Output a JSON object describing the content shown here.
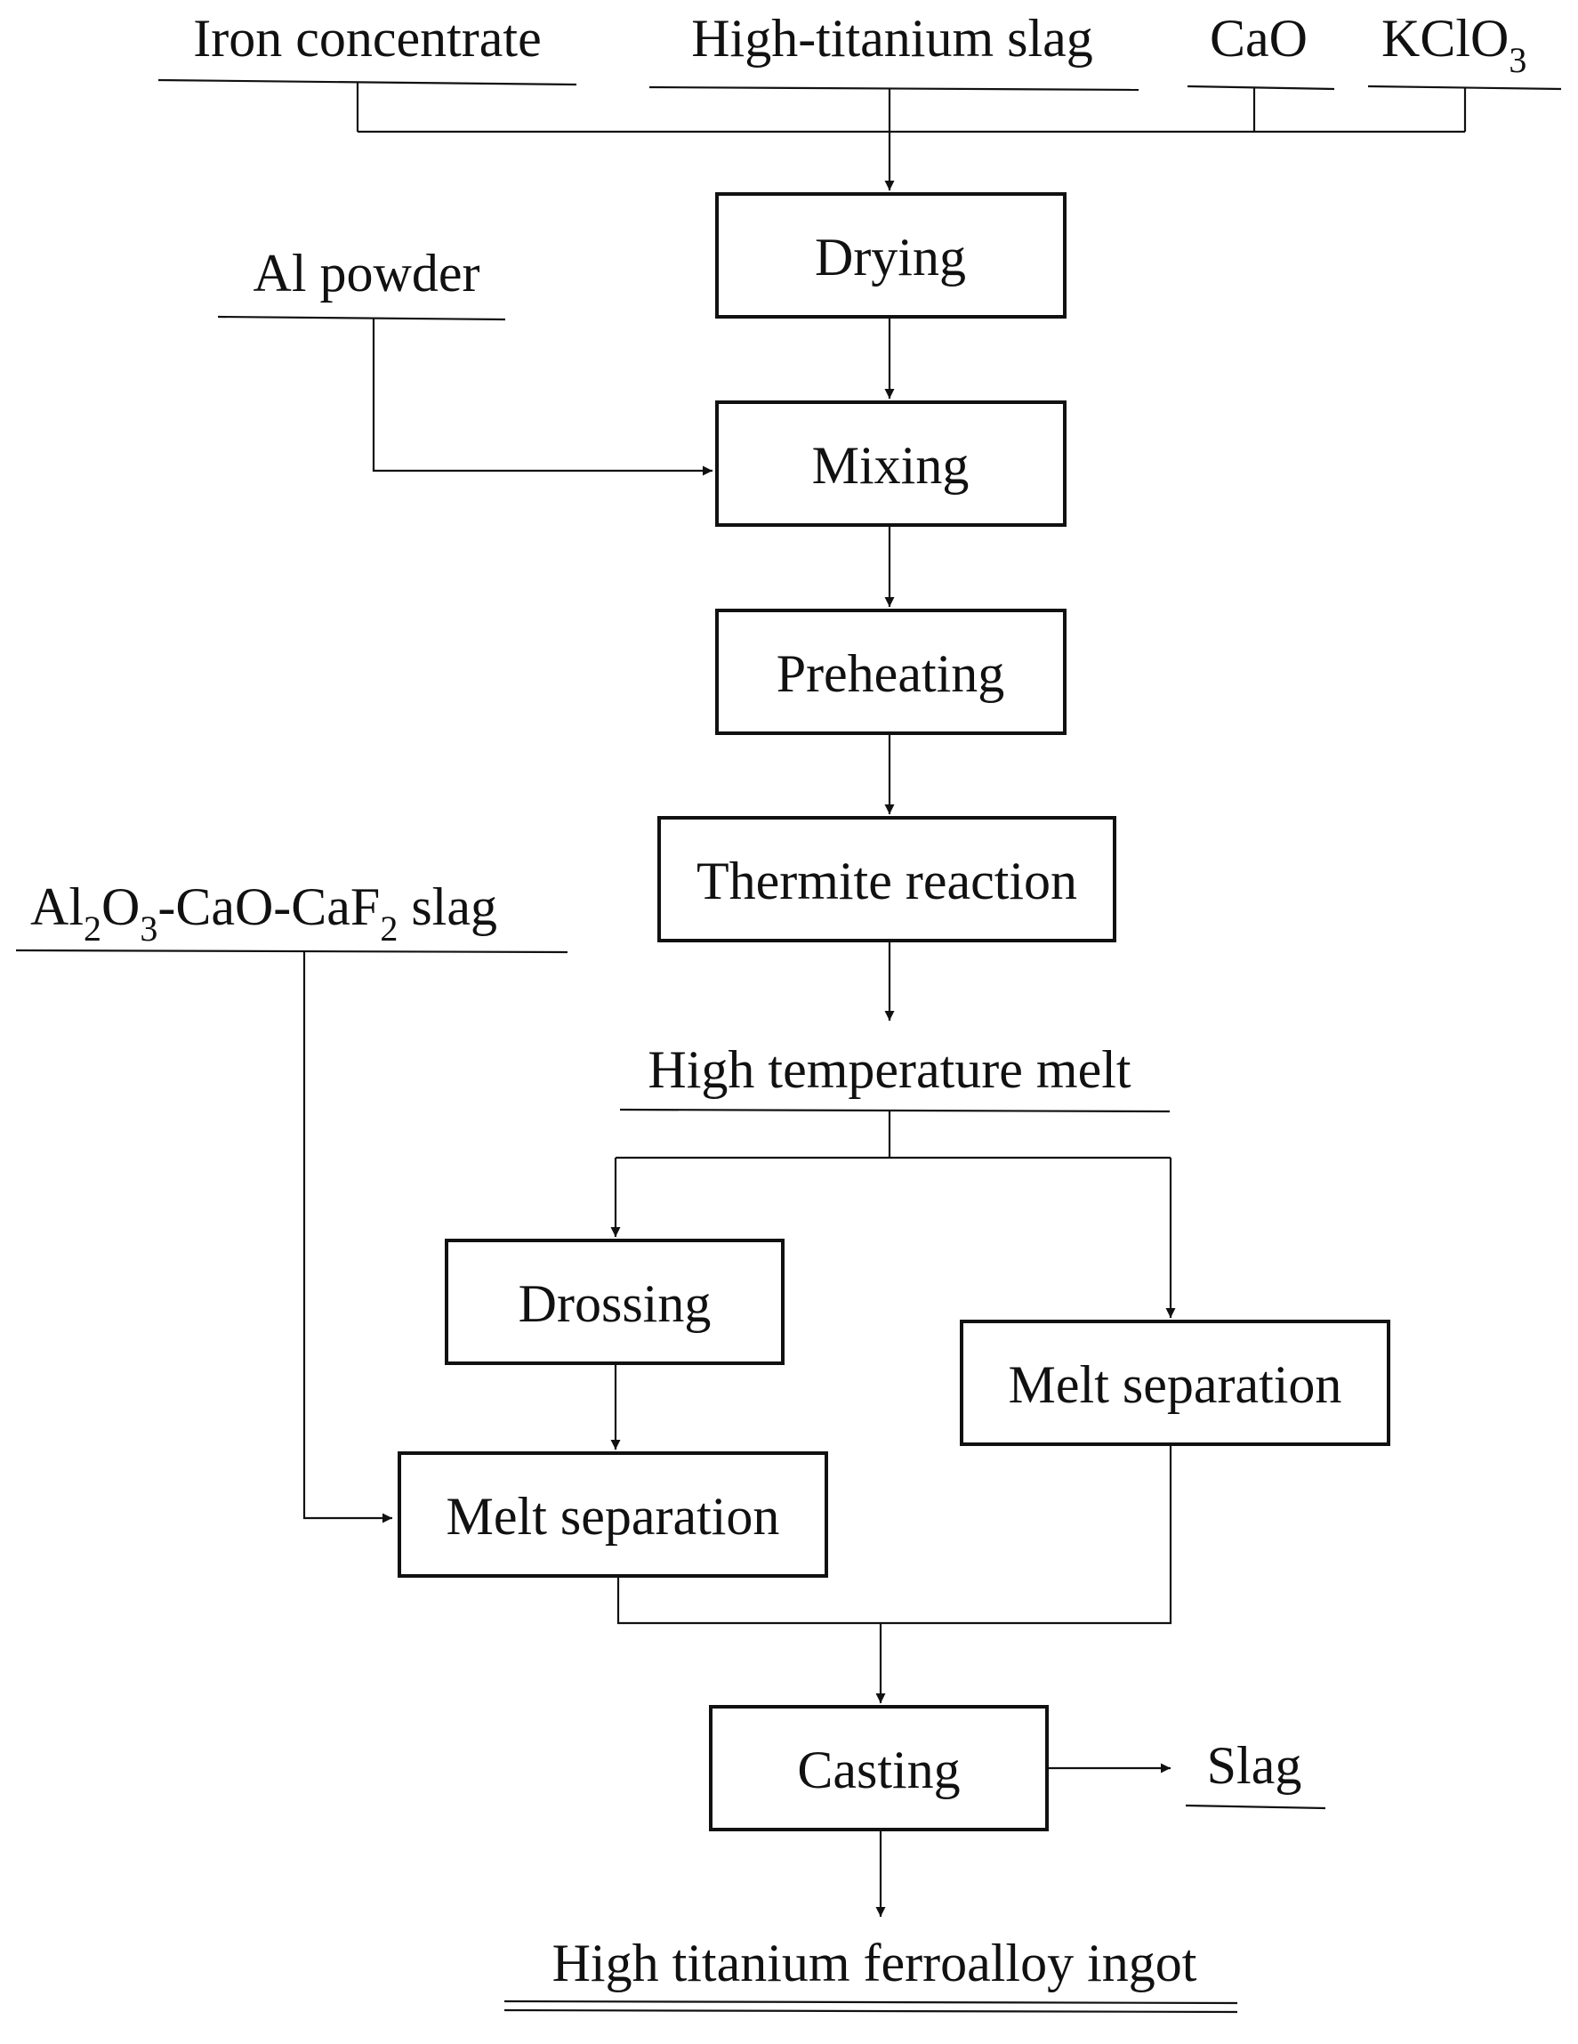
{
  "inputs": {
    "iron_concentrate": "Iron concentrate",
    "high_titanium_slag": "High-titanium slag",
    "cao": "CaO",
    "kclo3_main": "KClO",
    "kclo3_sub": "3",
    "al_powder": "Al powder",
    "slag_flux": {
      "p1": "Al",
      "s1": "2",
      "p2": "O",
      "s2": "3",
      "p3": "-CaO-CaF",
      "s3": "2",
      "p4": " slag"
    }
  },
  "steps": {
    "drying": "Drying",
    "mixing": "Mixing",
    "preheating": "Preheating",
    "thermite_reaction": "Thermite reaction",
    "drossing": "Drossing",
    "melt_separation_left": "Melt separation",
    "melt_separation_right": "Melt separation",
    "casting": "Casting"
  },
  "intermediates": {
    "high_temperature_melt": "High temperature melt"
  },
  "outputs": {
    "slag": "Slag",
    "product": "High titanium ferroalloy ingot"
  }
}
